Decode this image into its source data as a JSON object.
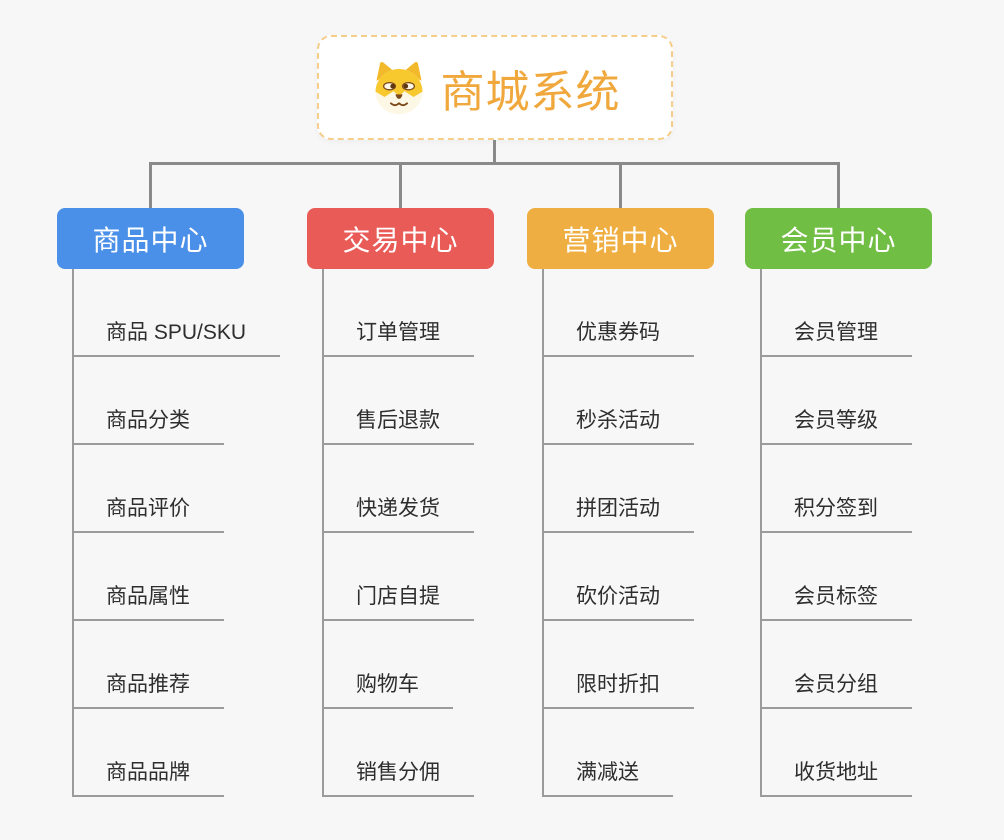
{
  "root": {
    "title": "商城系统",
    "icon": "shiba-dog-face-icon"
  },
  "branches": [
    {
      "label": "商品中心",
      "color": "#4a90e8",
      "items": [
        "商品 SPU/SKU",
        "商品分类",
        "商品评价",
        "商品属性",
        "商品推荐",
        "商品品牌"
      ]
    },
    {
      "label": "交易中心",
      "color": "#e95b57",
      "items": [
        "订单管理",
        "售后退款",
        "快递发货",
        "门店自提",
        "购物车",
        "销售分佣"
      ]
    },
    {
      "label": "营销中心",
      "color": "#efae41",
      "items": [
        "优惠券码",
        "秒杀活动",
        "拼团活动",
        "砍价活动",
        "限时折扣",
        "满减送"
      ]
    },
    {
      "label": "会员中心",
      "color": "#70be44",
      "items": [
        "会员管理",
        "会员等级",
        "积分签到",
        "会员标签",
        "会员分组",
        "收货地址"
      ]
    }
  ],
  "colors": {
    "background": "#f7f7f7",
    "connector": "#8a8a8a",
    "underline": "#9b9b9b",
    "item_text": "#2e2e2e",
    "root_border": "#f6cd8b",
    "root_text": "#f0a83c"
  }
}
